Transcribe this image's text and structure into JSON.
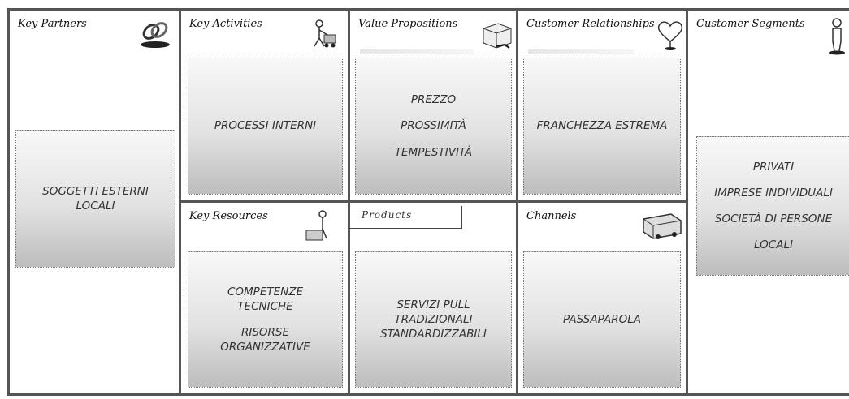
{
  "blocks": {
    "key_partners": {
      "title": "Key Partners",
      "lines": [
        "SOGGETTI ESTERNI",
        "LOCALI"
      ]
    },
    "key_activities": {
      "title": "Key Activities",
      "lines": [
        "PROCESSI INTERNI"
      ]
    },
    "value_propositions": {
      "title": "Value Propositions",
      "lines": [
        "PREZZO",
        "PROSSIMITÀ",
        "TEMPESTIVITÀ"
      ]
    },
    "customer_relationships": {
      "title": "Customer Relationships",
      "lines": [
        "FRANCHEZZA ESTREMA"
      ]
    },
    "customer_segments": {
      "title": "Customer Segments",
      "lines": [
        "PRIVATI",
        "IMPRESE INDIVIDUALI",
        "SOCIETÀ DI PERSONE",
        "LOCALI"
      ]
    },
    "key_resources": {
      "title": "Key Resources",
      "lines": [
        "COMPETENZE",
        "TECNICHE",
        "RISORSE",
        "ORGANIZZATIVE"
      ]
    },
    "products": {
      "title": "Products",
      "lines": [
        "SERVIZI PULL",
        "TRADIZIONALI",
        "STANDARDIZZABILI"
      ]
    },
    "channels": {
      "title": "Channels",
      "lines": [
        "PASSAPAROLA"
      ]
    }
  },
  "icons": {
    "key_partners": "chain-links-icon",
    "key_activities": "worker-with-cart-icon",
    "value_propositions": "gift-box-icon",
    "customer_relationships": "heart-icon",
    "customer_segments": "person-icon",
    "key_resources": "person-with-box-icon",
    "channels": "delivery-truck-icon"
  },
  "colors": {
    "border": "#555555",
    "note_top": "#f8f8f8",
    "note_bottom": "#bdbdbd",
    "text": "#333333"
  }
}
